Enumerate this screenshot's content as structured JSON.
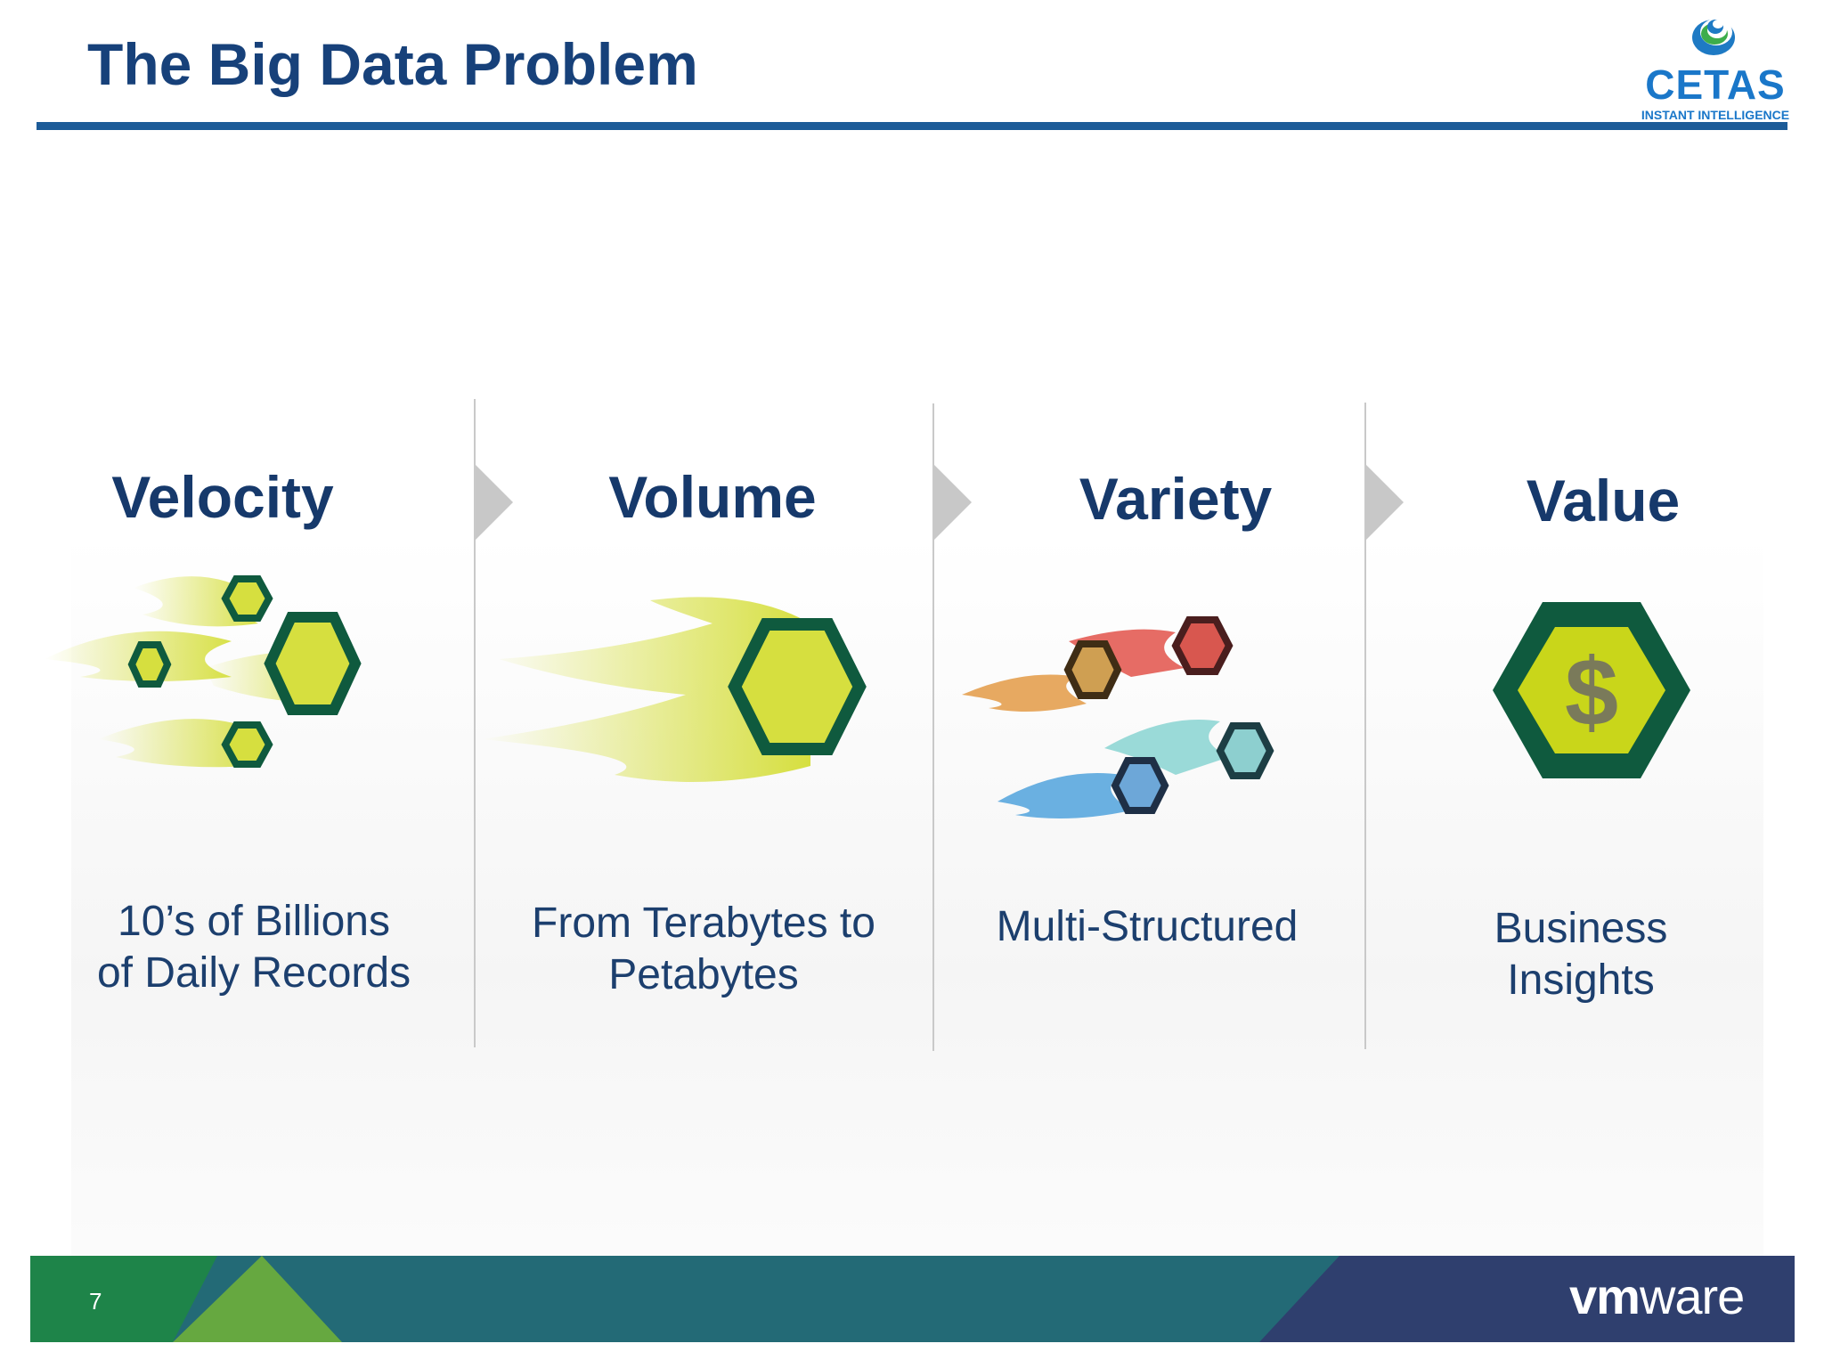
{
  "slide": {
    "title": "The Big Data Problem",
    "page_number": "7"
  },
  "logo": {
    "name": "CETAS",
    "tagline": "INSTANT INTELLIGENCE"
  },
  "columns": [
    {
      "heading": "Velocity",
      "desc_lines": [
        "10’s of Billions",
        "of Daily Records"
      ],
      "icon": "speeding-hexagons-icon"
    },
    {
      "heading": "Volume",
      "desc_lines": [
        "From Terabytes  to",
        "Petabytes"
      ],
      "icon": "large-hexagon-icon"
    },
    {
      "heading": "Variety",
      "desc_lines": [
        "Multi-Structured"
      ],
      "icon": "multicolor-hexagons-icon"
    },
    {
      "heading": "Value",
      "desc_lines": [
        "Business",
        "Insights"
      ],
      "icon": "dollar-hexagon-icon"
    }
  ],
  "footer": {
    "brand_prefix": "vm",
    "brand_suffix": "ware"
  },
  "colors": {
    "title": "#17417a",
    "rule": "#1c5b98",
    "hex_fill": "#d6df3f",
    "hex_stroke": "#0f5a3e",
    "footer_green": "#1e8449",
    "footer_teal": "#236a76",
    "footer_navy": "#2f3f6e"
  }
}
